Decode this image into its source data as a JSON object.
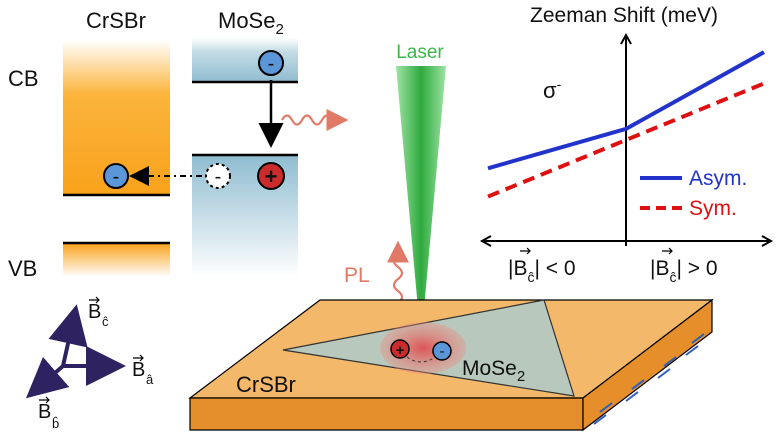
{
  "band_diagram": {
    "crsbr_label": "CrSBr",
    "mose2_label": "MoSe",
    "mose2_sub": "2",
    "cb_label": "CB",
    "vb_label": "VB",
    "minus_sign": "-",
    "plus_sign": "+"
  },
  "optics": {
    "laser_label": "Laser",
    "pl_label": "PL"
  },
  "axes_triad": {
    "c_hat": "ĉ",
    "a_hat": "â",
    "b_hat": "b̂",
    "b_symbol": "B"
  },
  "sample": {
    "crsbr_label": "CrSBr",
    "mose2_label": "MoSe",
    "mose2_sub": "2"
  },
  "chart_data": {
    "type": "line",
    "title": "Zeeman Shift (meV)",
    "annotation": "σ",
    "annotation_sup": "-",
    "x_left_label": "|B",
    "x_left_sub": "ĉ",
    "x_left_rest": "| < 0",
    "x_right_label": "|B",
    "x_right_sub": "ĉ",
    "x_right_rest": "| > 0",
    "xlim": [
      -1,
      1
    ],
    "ylim": [
      -1,
      1
    ],
    "series": [
      {
        "name": "Asym.",
        "color": "#2233cc",
        "dash": "solid",
        "x": [
          -1,
          0,
          1
        ],
        "y": [
          -0.27,
          0.12,
          0.88
        ]
      },
      {
        "name": "Sym.",
        "color": "#dd1111",
        "dash": "dashed",
        "x": [
          -1,
          1
        ],
        "y": [
          -0.55,
          0.57
        ]
      }
    ]
  },
  "colors": {
    "crsbr_band": "#f9a21b",
    "mose2_band": "#8fbcd0",
    "laser": "#38b848",
    "pl_arrow": "#e07a66",
    "electron": "#5b96d8",
    "hole": "#cc2b2b",
    "triad": "#2e2260",
    "slab_top": "#f3b86a",
    "flake": "#b8c8bc"
  }
}
